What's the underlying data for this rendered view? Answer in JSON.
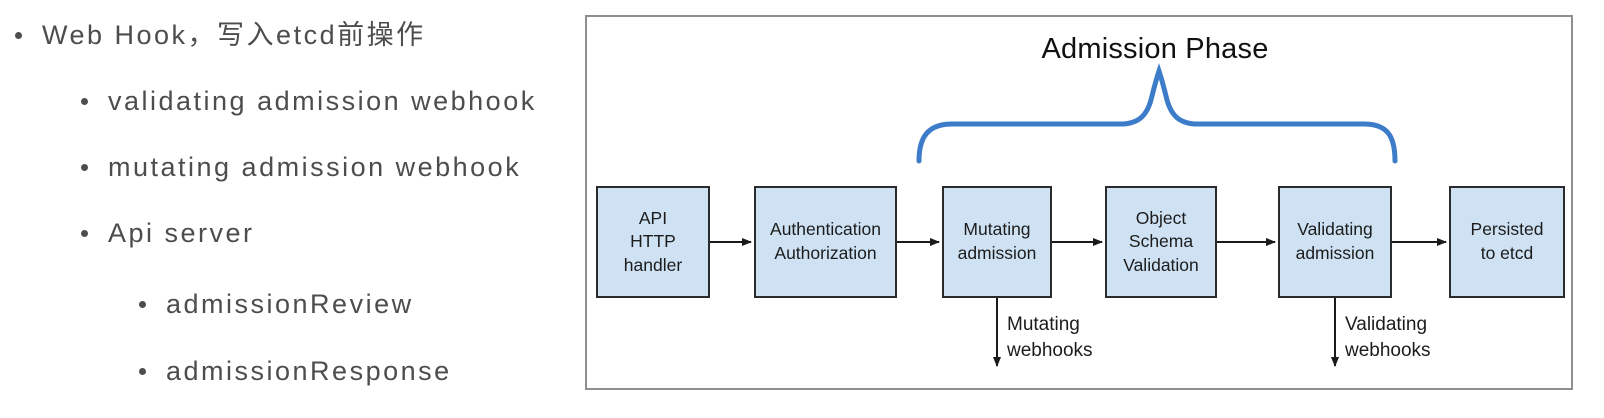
{
  "outline": [
    {
      "level": 1,
      "text": "Web Hook，写入etcd前操作"
    },
    {
      "level": 2,
      "text": "validating admission webhook"
    },
    {
      "level": 2,
      "text": "mutating admission webhook"
    },
    {
      "level": 2,
      "text": "Api server"
    },
    {
      "level": 3,
      "text": "admissionReview"
    },
    {
      "level": 3,
      "text": "admissionResponse"
    }
  ],
  "diagram": {
    "title": "Admission Phase",
    "boxes": [
      {
        "label": "API\nHTTP\nhandler"
      },
      {
        "label": "Authentication\nAuthorization"
      },
      {
        "label": "Mutating\nadmission"
      },
      {
        "label": "Object\nSchema\nValidation"
      },
      {
        "label": "Validating\nadmission"
      },
      {
        "label": "Persisted\nto etcd"
      }
    ],
    "flow_order": "API HTTP handler → Authentication Authorization → Mutating admission → Object Schema Validation → Validating admission → Persisted to etcd",
    "callouts": [
      {
        "from_box": "Mutating admission",
        "label": "Mutating\nwebhooks"
      },
      {
        "from_box": "Validating admission",
        "label": "Validating\nwebhooks"
      }
    ],
    "brace_spans": "Mutating admission through Validating admission",
    "colors": {
      "box_fill": "#cfe2f3",
      "box_border": "#2b2b2b",
      "frame_border": "#8f8f8f",
      "brace": "#3d7cc9",
      "arrow": "#1a1a1a",
      "outline_text": "#4d4d4d",
      "diagram_text": "#1c1c1c"
    }
  }
}
